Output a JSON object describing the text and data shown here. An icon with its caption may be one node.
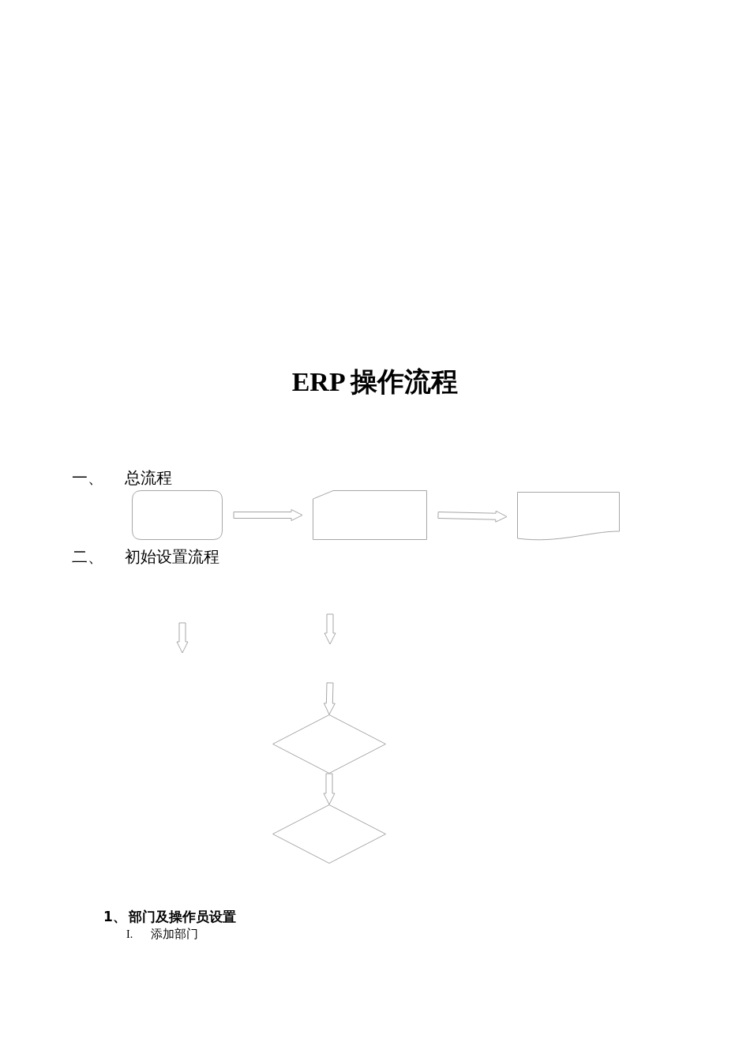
{
  "diagram": {
    "title": "ERP 操作流程",
    "nodes": [
      {
        "text": [],
        "shape": "box"
      },
      {
        "text": [],
        "shape": "box"
      },
      {
        "text": [],
        "shape": "document"
      },
      {
        "text": [],
        "shape": "diamond"
      },
      {
        "text": [],
        "shape": "diamond"
      }
    ],
    "edges": [
      {
        "from": 0,
        "to": 1,
        "arrow": "to"
      },
      {
        "from": 1,
        "to": 2,
        "arrow": "to"
      },
      {
        "from": null,
        "to": 3,
        "arrow": "to"
      },
      {
        "from": 3,
        "to": 4,
        "arrow": "to"
      }
    ],
    "labels": [
      "一、",
      "总流程",
      "二、",
      "初始设置流程",
      "1、",
      "部门及操作员设置",
      "I.",
      "添加部门"
    ]
  }
}
